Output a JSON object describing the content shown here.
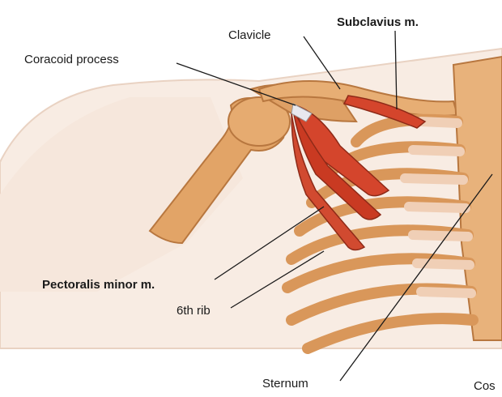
{
  "labels": {
    "clavicle": "Clavicle",
    "subclavius": "Subclavius m.",
    "coracoid": "Coracoid process",
    "pectoralis_minor": "Pectoralis minor m.",
    "sixth_rib": "6th rib",
    "sternum": "Sternum",
    "cos": "Cos"
  },
  "colors": {
    "bone": "#e2a467",
    "bone_dark": "#b8773f",
    "muscle": "#d4452c",
    "skin": "#f7ebe1",
    "cartilage": "#f0cfb6"
  }
}
